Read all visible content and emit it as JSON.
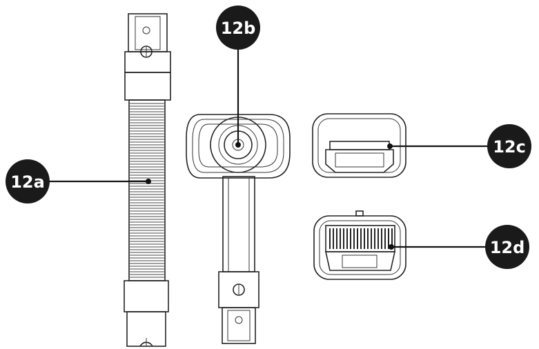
{
  "callouts": {
    "a": "12a",
    "b": "12b",
    "c": "12c",
    "d": "12d"
  },
  "colors": {
    "callout_fill": "#1a1a1a",
    "line": "#222222",
    "background": "#ffffff"
  }
}
